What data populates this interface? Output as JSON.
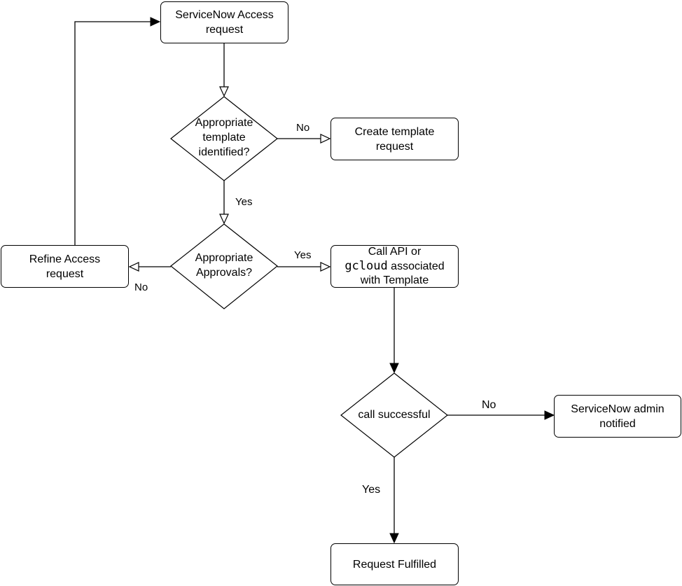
{
  "nodes": {
    "access_request": "ServiceNow Access request",
    "template_decision": "Appropriate template identified?",
    "create_template": "Create template request",
    "approvals_decision": "Appropriate Approvals?",
    "refine_request": "Refine Access request",
    "call_api": {
      "line1": "Call API or",
      "code": "gcloud",
      "line2": " associated",
      "line3": "with Template"
    },
    "call_decision": "call successful",
    "admin_notified": "ServiceNow admin notified",
    "fulfilled": "Request Fulfilled"
  },
  "edge_labels": {
    "template_no": "No",
    "template_yes": "Yes",
    "approvals_yes": "Yes",
    "approvals_no": "No",
    "call_no": "No",
    "call_yes": "Yes"
  }
}
